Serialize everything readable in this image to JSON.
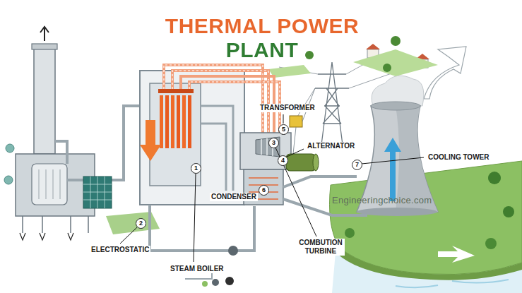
{
  "diagram": {
    "title": "THERMAL POWER PLANT",
    "nodes": [
      {
        "text": [
          "1"
        ]
      },
      {
        "text": [
          "2"
        ]
      },
      {
        "text": [
          "3"
        ]
      },
      {
        "text": [
          "4"
        ]
      },
      {
        "text": [
          "5"
        ]
      },
      {
        "text": [
          "6"
        ]
      },
      {
        "text": [
          "7"
        ]
      }
    ],
    "labels": [
      "TRANSFORMER",
      "ALTERNATOR",
      "COOLING TOWER",
      "CONDENSER",
      "Engineeringchoice.com",
      "COMBUTION TURBINE",
      "ELECTROSTATIC",
      "STEAM BOILER"
    ]
  }
}
